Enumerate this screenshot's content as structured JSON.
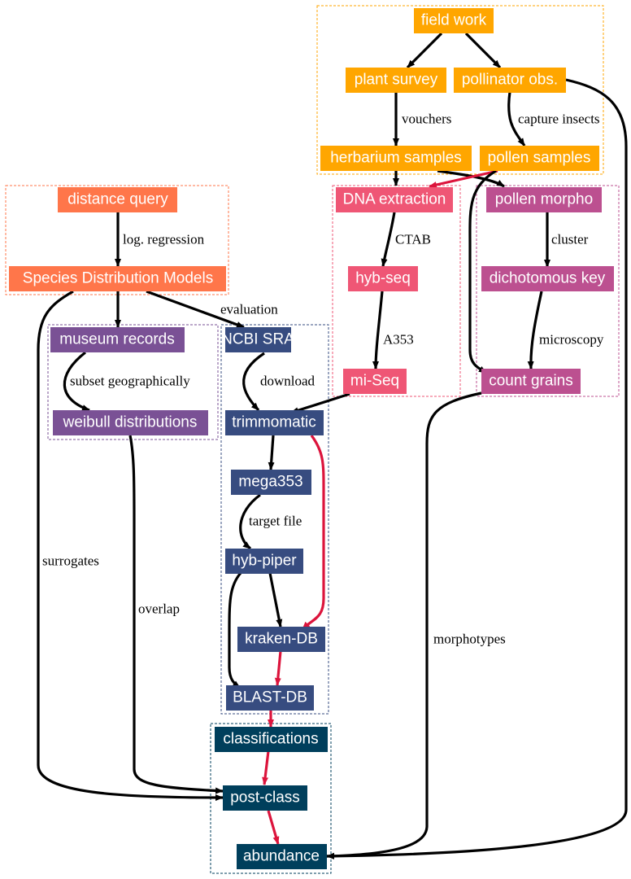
{
  "colors": {
    "field": "#ffa600",
    "dna": "#ef5675",
    "pollen": "#bc5090",
    "sdm": "#ff764a",
    "museum": "#7a5195",
    "pipeline": "#374c80",
    "results": "#003f5c",
    "edge_default": "#000000",
    "edge_highlight": "#dc143c"
  },
  "nodes": {
    "field_work": "field work",
    "plant_survey": "plant survey",
    "pollinator_obs": "pollinator obs.",
    "herbarium_samples": "herbarium samples",
    "pollen_samples": "pollen samples",
    "dna_extraction": "DNA extraction",
    "pollen_morpho": "pollen morpho",
    "hyb_seq": "hyb-seq",
    "dichotomous_key": "dichotomous key",
    "mi_seq": "mi-Seq",
    "count_grains": "count grains",
    "distance_query": "distance query",
    "sdm": "Species Distribution Models",
    "museum_records": "museum records",
    "weibull": "weibull distributions",
    "ncbi_sra": "NCBI SRA",
    "trimmomatic": "trimmomatic",
    "mega353": "mega353",
    "hyb_piper": "hyb-piper",
    "kraken_db": "kraken-DB",
    "blast_db": "BLAST-DB",
    "classifications": "classifications",
    "post_class": "post-class",
    "abundance": "abundance"
  },
  "edge_labels": {
    "vouchers": "vouchers",
    "capture_insects": "capture insects",
    "ctab": "CTAB",
    "cluster": "cluster",
    "a353": "A353",
    "microscopy": "microscopy",
    "log_regression": "log. regression",
    "evaluation": "evaluation",
    "subset_geo": "subset geographically",
    "download": "download",
    "target_file": "target file",
    "surrogates": "surrogates",
    "overlap": "overlap",
    "morphotypes": "morphotypes"
  }
}
